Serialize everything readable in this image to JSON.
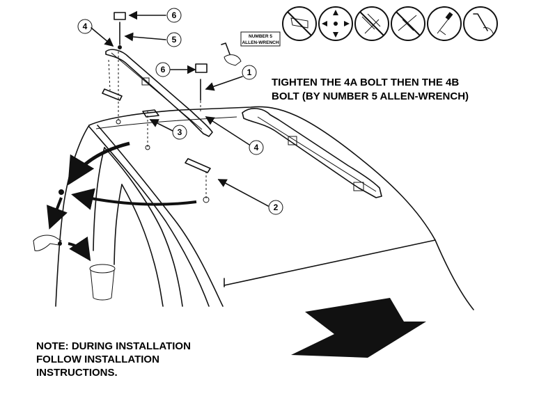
{
  "instruction": {
    "line1": "TIGHTEN THE 4A BOLT THEN THE 4B",
    "line2": "BOLT (BY NUMBER 5 ALLEN-WRENCH)"
  },
  "note": {
    "line1": "NOTE: DURING INSTALLATION",
    "line2": "FOLLOW INSTALLATION",
    "line3": "INSTRUCTIONS."
  },
  "tool_label": {
    "line1": "NUMBER 5",
    "line2": "ALLEN-WRENCH"
  },
  "part_callouts": {
    "c4_top": "4",
    "c6_top": "6",
    "c5": "5",
    "c6_mid": "6",
    "c1": "1",
    "c3": "3",
    "c4_mid": "4",
    "c2": "2"
  },
  "safety_icons": [
    "no-drill-icon",
    "no-compass-icon",
    "no-break-icon",
    "no-cut-icon",
    "screwdriver-icon",
    "allen-key-icon"
  ]
}
